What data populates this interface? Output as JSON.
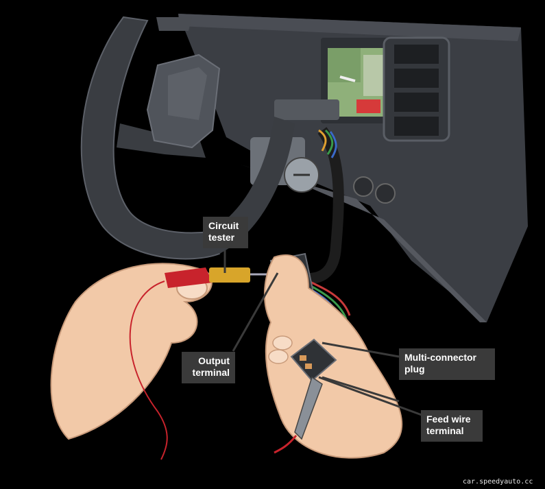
{
  "illustration": {
    "subject": "Testing ignition switch multi-connector with a circuit tester",
    "colors": {
      "background": "#000000",
      "dashboard": "#3b3e44",
      "steering_wheel": "#3a3d42",
      "skin": "#f2c9a8",
      "tester_red": "#c8232c",
      "tester_brass": "#d8a52a",
      "connector": "#2f3236",
      "gauge_green": "#8fb07a",
      "gauge_red": "#d63a3a",
      "label_bg": "#3a3a3a",
      "label_text": "#ffffff"
    }
  },
  "labels": {
    "circuit_tester": {
      "line1": "Circuit",
      "line2": "tester"
    },
    "output_terminal": {
      "line1": "Output",
      "line2": "terminal"
    },
    "multi_connector": {
      "line1": "Multi-connector",
      "line2": "plug"
    },
    "feed_wire": {
      "line1": "Feed wire",
      "line2": "terminal"
    }
  },
  "watermark": "car.speedyauto.cc"
}
